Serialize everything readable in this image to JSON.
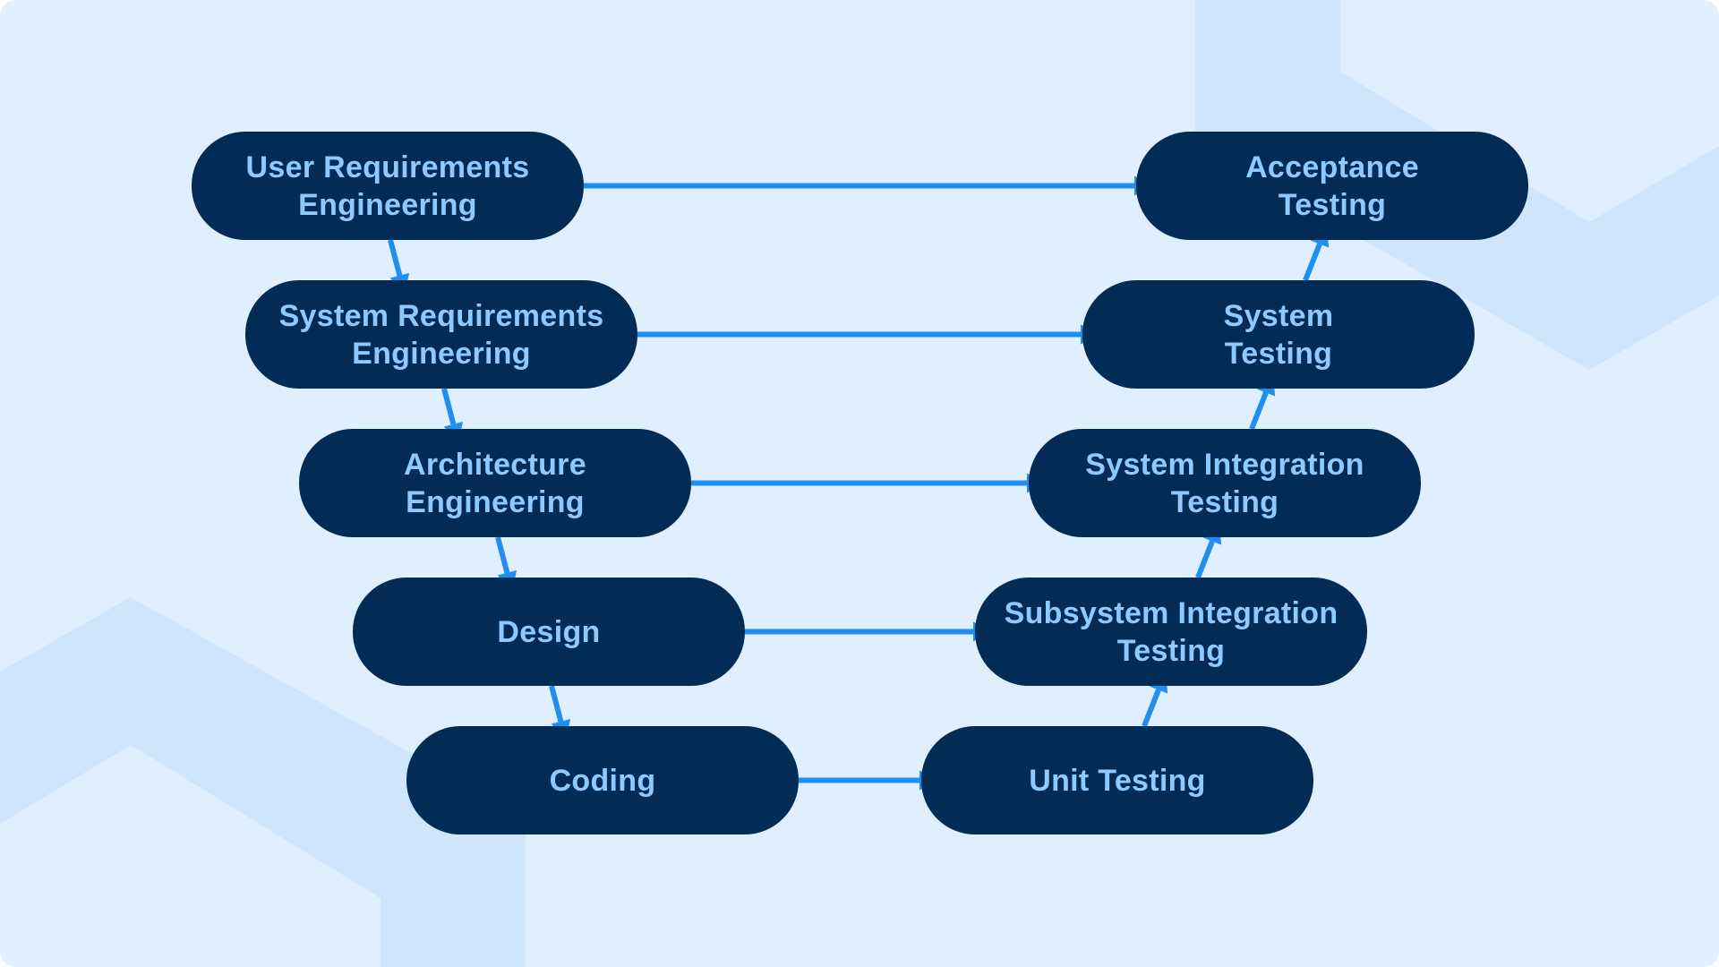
{
  "nodes": {
    "user_requirements": "User Requirements\nEngineering",
    "system_requirements": "System Requirements\nEngineering",
    "architecture": "Architecture\nEngineering",
    "design": "Design",
    "coding": "Coding",
    "unit_testing": "Unit Testing",
    "subsystem_integration": "Subsystem Integration\nTesting",
    "system_integration": "System Integration\nTesting",
    "system_testing": "System\nTesting",
    "acceptance_testing": "Acceptance\nTesting"
  },
  "edges": [
    {
      "from": "user_requirements",
      "to": "system_requirements"
    },
    {
      "from": "system_requirements",
      "to": "architecture"
    },
    {
      "from": "architecture",
      "to": "design"
    },
    {
      "from": "design",
      "to": "coding"
    },
    {
      "from": "coding",
      "to": "unit_testing"
    },
    {
      "from": "unit_testing",
      "to": "subsystem_integration"
    },
    {
      "from": "subsystem_integration",
      "to": "system_integration"
    },
    {
      "from": "system_integration",
      "to": "system_testing"
    },
    {
      "from": "system_testing",
      "to": "acceptance_testing"
    },
    {
      "from": "user_requirements",
      "to": "acceptance_testing"
    },
    {
      "from": "system_requirements",
      "to": "system_testing"
    },
    {
      "from": "architecture",
      "to": "system_integration"
    },
    {
      "from": "design",
      "to": "subsystem_integration"
    }
  ],
  "colors": {
    "background": "#e0effe",
    "background_shape": "#cfe5fc",
    "node_fill": "#022b56",
    "node_text": "#8ec9ff",
    "arrow": "#1f8ef0"
  }
}
